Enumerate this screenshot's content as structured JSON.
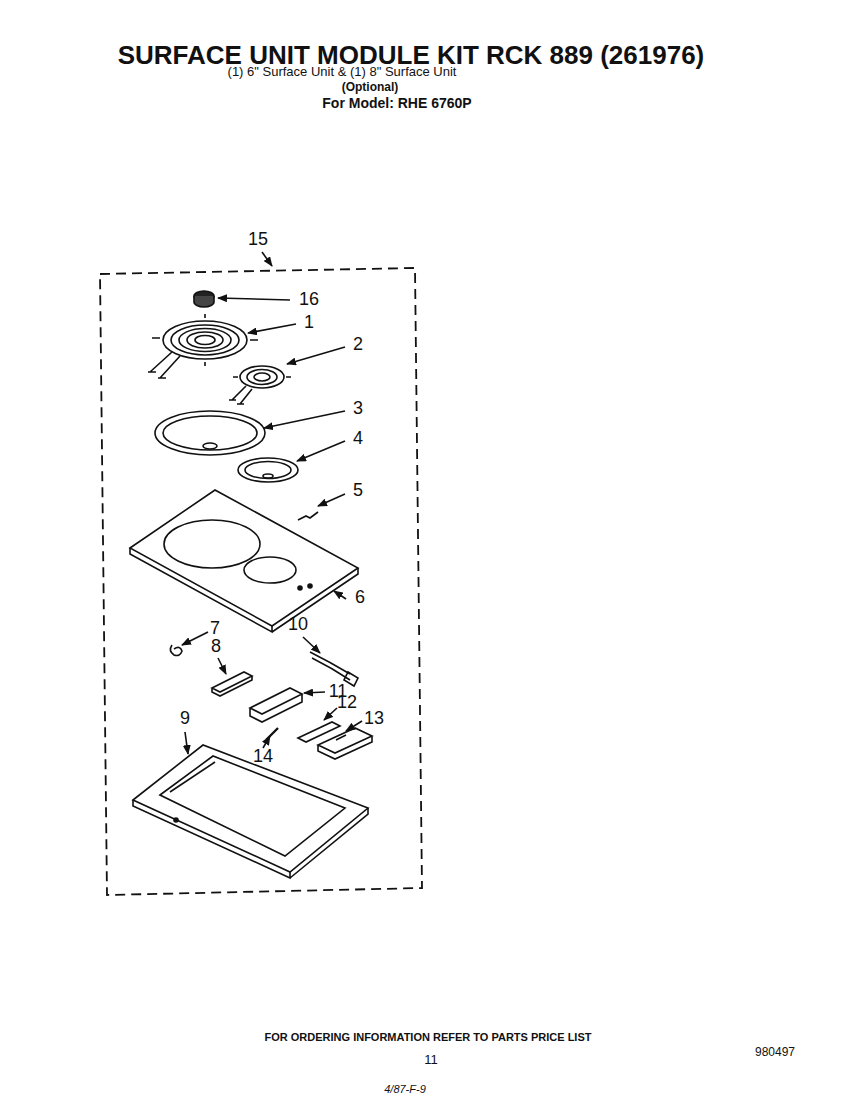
{
  "diagram": {
    "title": "SURFACE UNIT MODULE KIT RCK 889 (261976)",
    "caption": "FOR ORDERING INFORMATION REFER TO PARTS PRICE LIST",
    "labels": [
      "(1) 6\" Surface Unit & (1) 8\" Surface Unit",
      "(Optional)",
      "For Model: RHE 6760P",
      "15",
      "16",
      "1",
      "2",
      "3",
      "4",
      "5",
      "6",
      "10",
      "7",
      "8",
      "11",
      "12",
      "13",
      "9",
      "14",
      "11",
      "980497",
      "4/87-F-9"
    ]
  }
}
